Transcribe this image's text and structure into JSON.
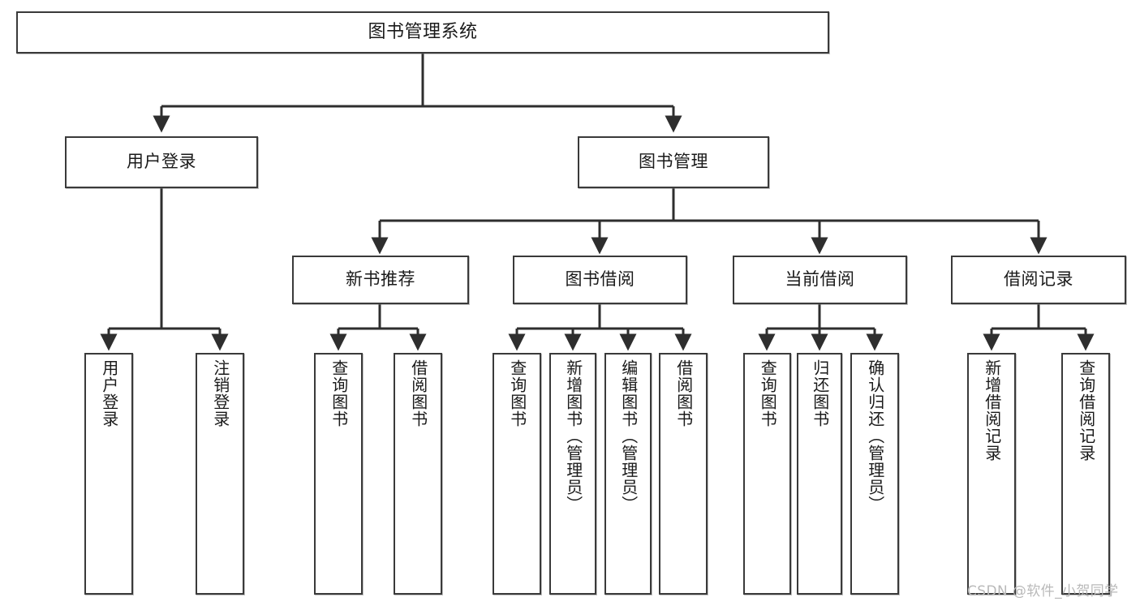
{
  "diagram": {
    "title": "图书管理系统",
    "type": "tree-hierarchy-chart",
    "orientation": "top-down",
    "colors": {
      "box_border": "#3a3a3a",
      "box_fill": "#ffffff",
      "edge": "#2e2e2e",
      "text": "#1a1a1a",
      "watermark": "#b9b9b9",
      "background": "#ffffff"
    },
    "root": {
      "label": "图书管理系统"
    },
    "level2": [
      {
        "label": "用户登录"
      },
      {
        "label": "图书管理"
      }
    ],
    "level3": [
      {
        "label": "新书推荐"
      },
      {
        "label": "图书借阅"
      },
      {
        "label": "当前借阅"
      },
      {
        "label": "借阅记录"
      }
    ],
    "leaves_user_login": [
      {
        "label": "用户登录"
      },
      {
        "label": "注销登录"
      }
    ],
    "leaves_new_book": [
      {
        "label": "查询图书"
      },
      {
        "label": "借阅图书"
      }
    ],
    "leaves_borrow": [
      {
        "label": "查询图书"
      },
      {
        "label": "新增图书（管理员）"
      },
      {
        "label": "编辑图书（管理员）"
      },
      {
        "label": "借阅图书"
      }
    ],
    "leaves_current": [
      {
        "label": "查询图书"
      },
      {
        "label": "归还图书"
      },
      {
        "label": "确认归还（管理员）"
      }
    ],
    "leaves_record": [
      {
        "label": "新增借阅记录"
      },
      {
        "label": "查询借阅记录"
      }
    ]
  },
  "watermark": {
    "text": "CSDN @软件_小贺同学"
  }
}
